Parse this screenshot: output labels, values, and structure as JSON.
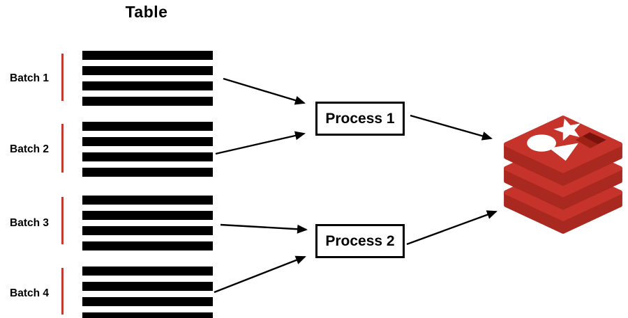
{
  "title": "Table",
  "source": {
    "batches": [
      {
        "label": "Batch 1",
        "rows": 4
      },
      {
        "label": "Batch 2",
        "rows": 4
      },
      {
        "label": "Batch 3",
        "rows": 4
      },
      {
        "label": "Batch 4",
        "rows": 4
      }
    ]
  },
  "processes": [
    {
      "label": "Process 1"
    },
    {
      "label": "Process 2"
    }
  ],
  "destination": {
    "icon": "redis-database-icon"
  },
  "flows": [
    {
      "from": "Batch 1",
      "to": "Process 1"
    },
    {
      "from": "Batch 2",
      "to": "Process 1"
    },
    {
      "from": "Batch 3",
      "to": "Process 2"
    },
    {
      "from": "Batch 4",
      "to": "Process 2"
    },
    {
      "from": "Process 1",
      "to": "redis"
    },
    {
      "from": "Process 2",
      "to": "redis"
    }
  ],
  "colors": {
    "batch_line": "#C23B2F",
    "arrow": "#000000",
    "bar": "#000000",
    "redis_top": "#C6332A",
    "redis_side": "#A9281F",
    "redis_hole": "#77120C",
    "redis_hole_wall": "#9E2116"
  }
}
